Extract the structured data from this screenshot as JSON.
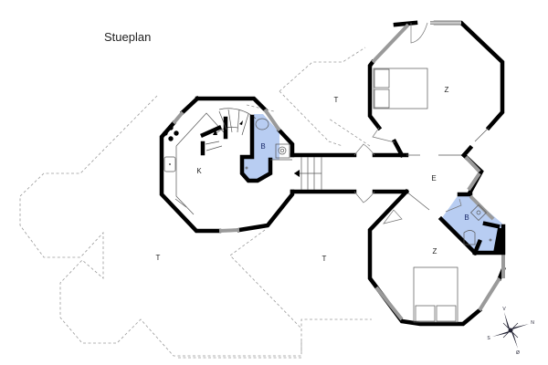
{
  "title": "Stueplan",
  "rooms": [
    {
      "id": "kitchen",
      "label": "K"
    },
    {
      "id": "bath-1",
      "label": "B"
    },
    {
      "id": "bedroom-1",
      "label": "Z"
    },
    {
      "id": "entrance",
      "label": "E"
    },
    {
      "id": "bath-2",
      "label": "B"
    },
    {
      "id": "bedroom-2",
      "label": "Z"
    },
    {
      "id": "terrace-1",
      "label": "T"
    },
    {
      "id": "terrace-2",
      "label": "T"
    },
    {
      "id": "terrace-3",
      "label": "T"
    }
  ],
  "compass": {
    "labels": [
      "V",
      "N",
      "S",
      "Ø"
    ]
  },
  "colors": {
    "wall": "#000000",
    "bath_fill": "#b8cdf2",
    "window": "#9a9a9a",
    "terrace_outline": "#9a9a9a"
  }
}
